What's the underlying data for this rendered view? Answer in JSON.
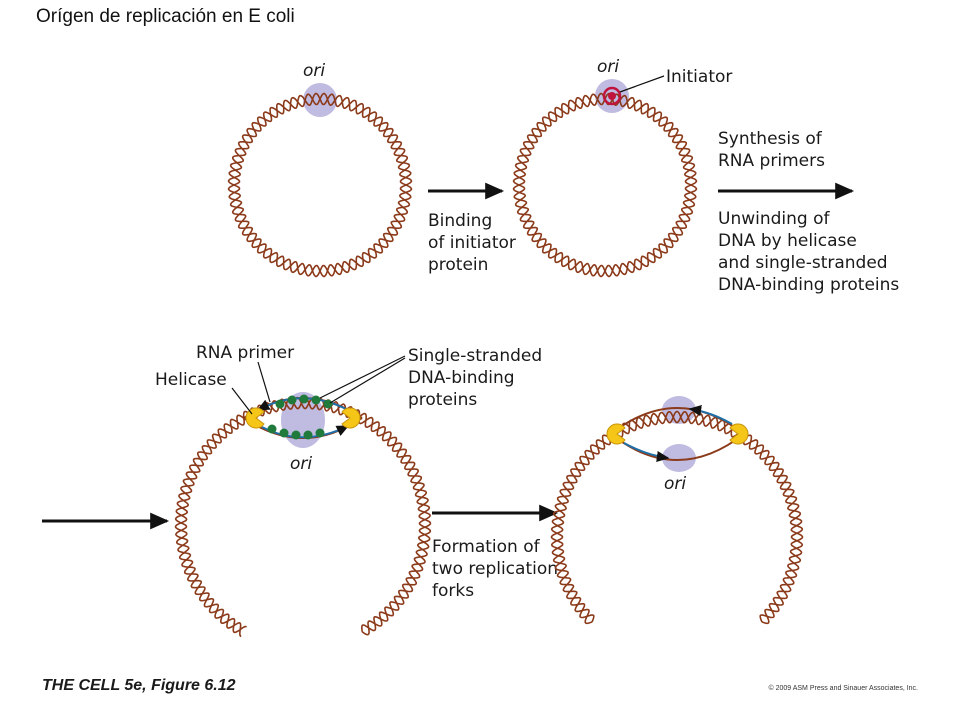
{
  "title": "Orígen de replicación en E coli",
  "labels": {
    "ori": "ori",
    "initiator": "Initiator",
    "step1": [
      "Binding",
      "of initiator",
      "protein"
    ],
    "step2a": [
      "Synthesis of",
      "RNA primers"
    ],
    "step2b": [
      "Unwinding of",
      "DNA by helicase",
      "and single-stranded",
      "DNA-binding proteins"
    ],
    "rna_primer": "RNA primer",
    "helicase": "Helicase",
    "ssb": [
      "Single-stranded",
      "DNA-binding",
      "proteins"
    ],
    "step3": [
      "Formation of",
      "two replication",
      "forks"
    ]
  },
  "footer": {
    "figure": "THE CELL 5e, Figure 6.12",
    "copyright": "© 2009 ASM Press and Sinauer Associates, Inc."
  },
  "colors": {
    "dna": "#8b3a1a",
    "ori_region": "#b8b4de",
    "initiator": "#c0143c",
    "helicase": "#f5c518",
    "ssb": "#1f7a3c",
    "primer_arrow": "#1f6fa8"
  }
}
